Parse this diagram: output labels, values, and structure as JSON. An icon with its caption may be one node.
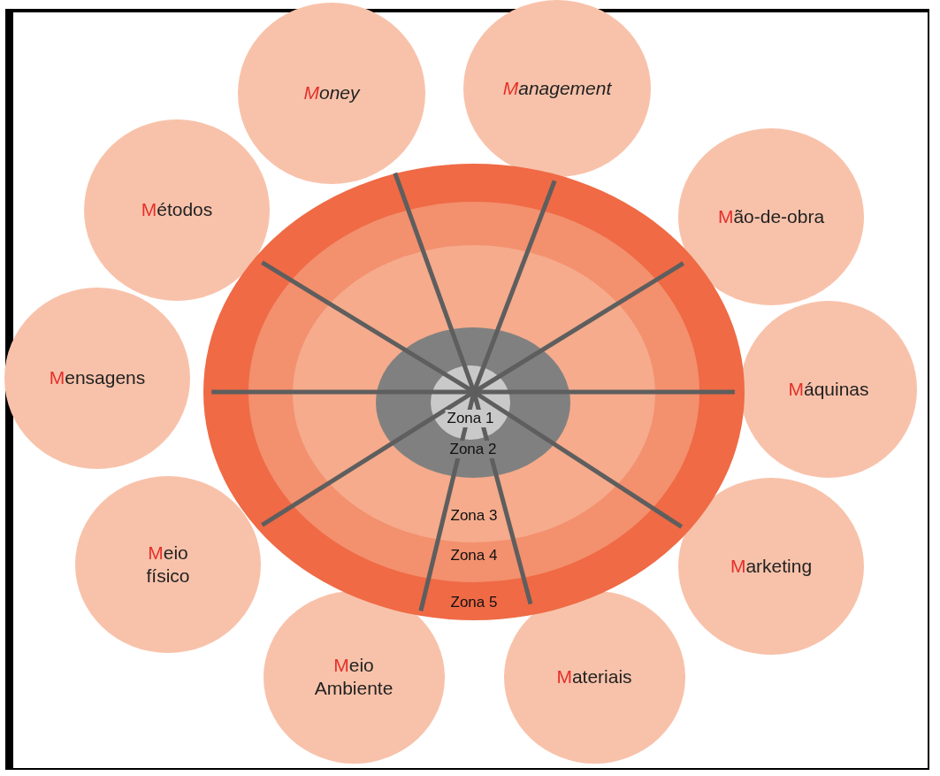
{
  "diagram": {
    "nodes": [
      {
        "text": [
          "Money"
        ]
      },
      {
        "text": [
          "Management"
        ]
      },
      {
        "text": [
          "Métodos"
        ]
      },
      {
        "text": [
          "Mão-de-obra"
        ]
      },
      {
        "text": [
          "Mensagens"
        ]
      },
      {
        "text": [
          "Máquinas"
        ]
      },
      {
        "text": [
          "Meio físico"
        ]
      },
      {
        "text": [
          "Marketing"
        ]
      },
      {
        "text": [
          "Meio Ambiente"
        ]
      },
      {
        "text": [
          "Materiais"
        ]
      },
      {
        "text": [
          "Zona 5"
        ]
      },
      {
        "text": [
          "Zona 4"
        ],
        "in": 10
      },
      {
        "text": [
          "Zona 3"
        ],
        "in": 11
      },
      {
        "text": [
          "Zona 2"
        ],
        "in": 12
      },
      {
        "text": [
          "Zona 1"
        ],
        "in": 13
      }
    ],
    "edges": []
  }
}
